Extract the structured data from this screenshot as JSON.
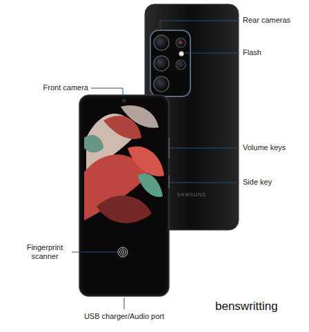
{
  "diagram": {
    "labels": [
      "Rear cameras",
      "Flash",
      "Front camera",
      "Volume keys",
      "Side key",
      "Fingerprint scanner",
      "SAMSUNG",
      "USB charger/Audio port",
      "benswritting"
    ]
  }
}
